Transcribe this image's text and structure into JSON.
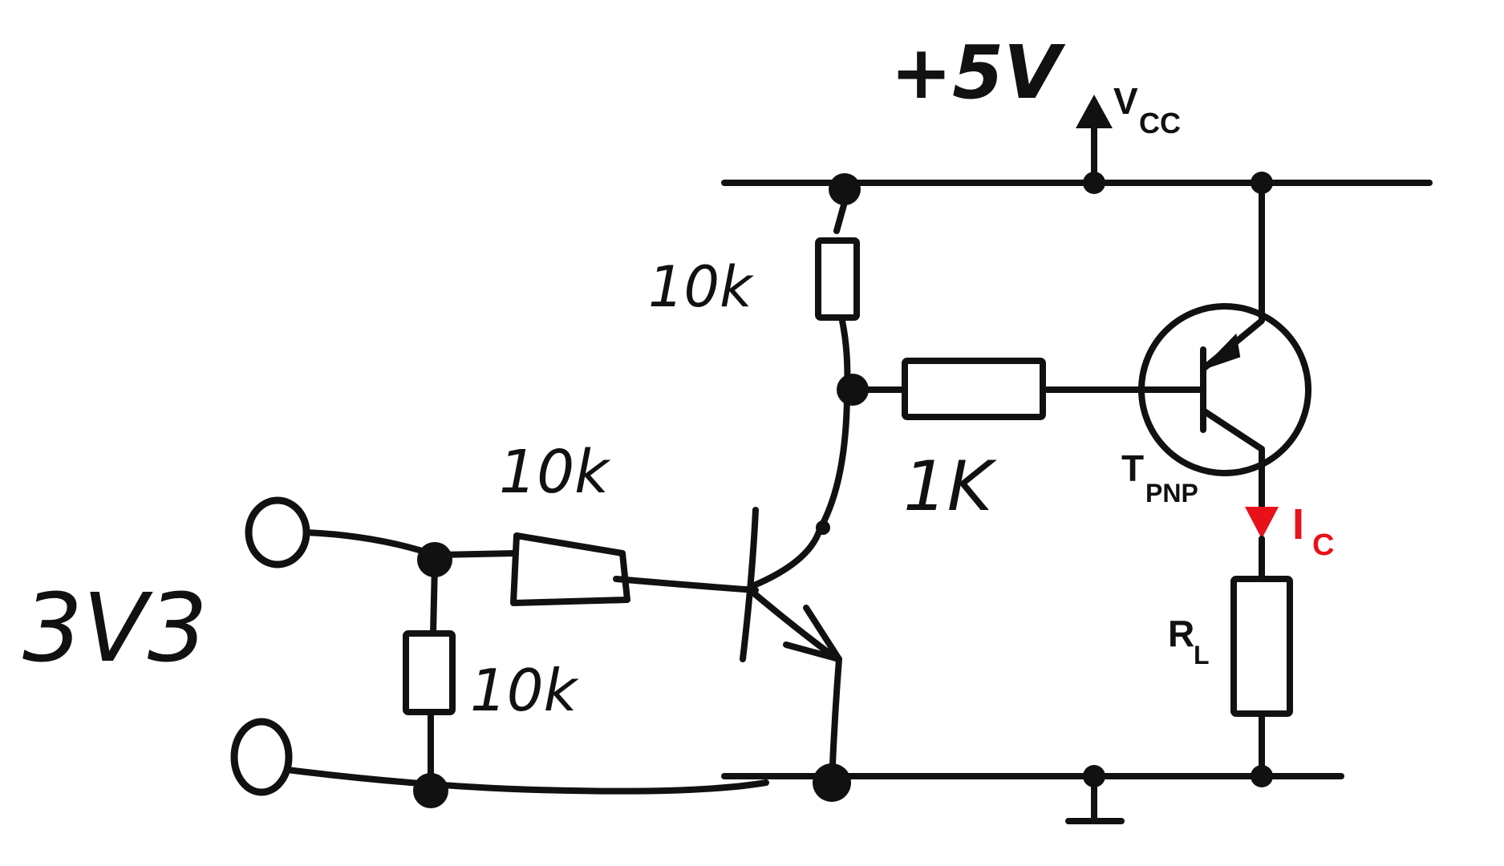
{
  "supply": {
    "voltage_label": "+5V",
    "vcc_label_main": "V",
    "vcc_label_sub": "CC"
  },
  "input": {
    "voltage_label": "3V3"
  },
  "resistors": {
    "pullup_label": "10k",
    "base_series_label": "1K",
    "input_series_label": "10k",
    "input_divider_label": "10k",
    "load_label_main": "R",
    "load_label_sub": "L"
  },
  "transistors": {
    "pnp_label_main": "T",
    "pnp_label_sub": "PNP"
  },
  "current": {
    "label_main": "I",
    "label_sub": "C",
    "color": "#e8111a"
  },
  "colors": {
    "ink": "#111111",
    "background": "#ffffff"
  }
}
